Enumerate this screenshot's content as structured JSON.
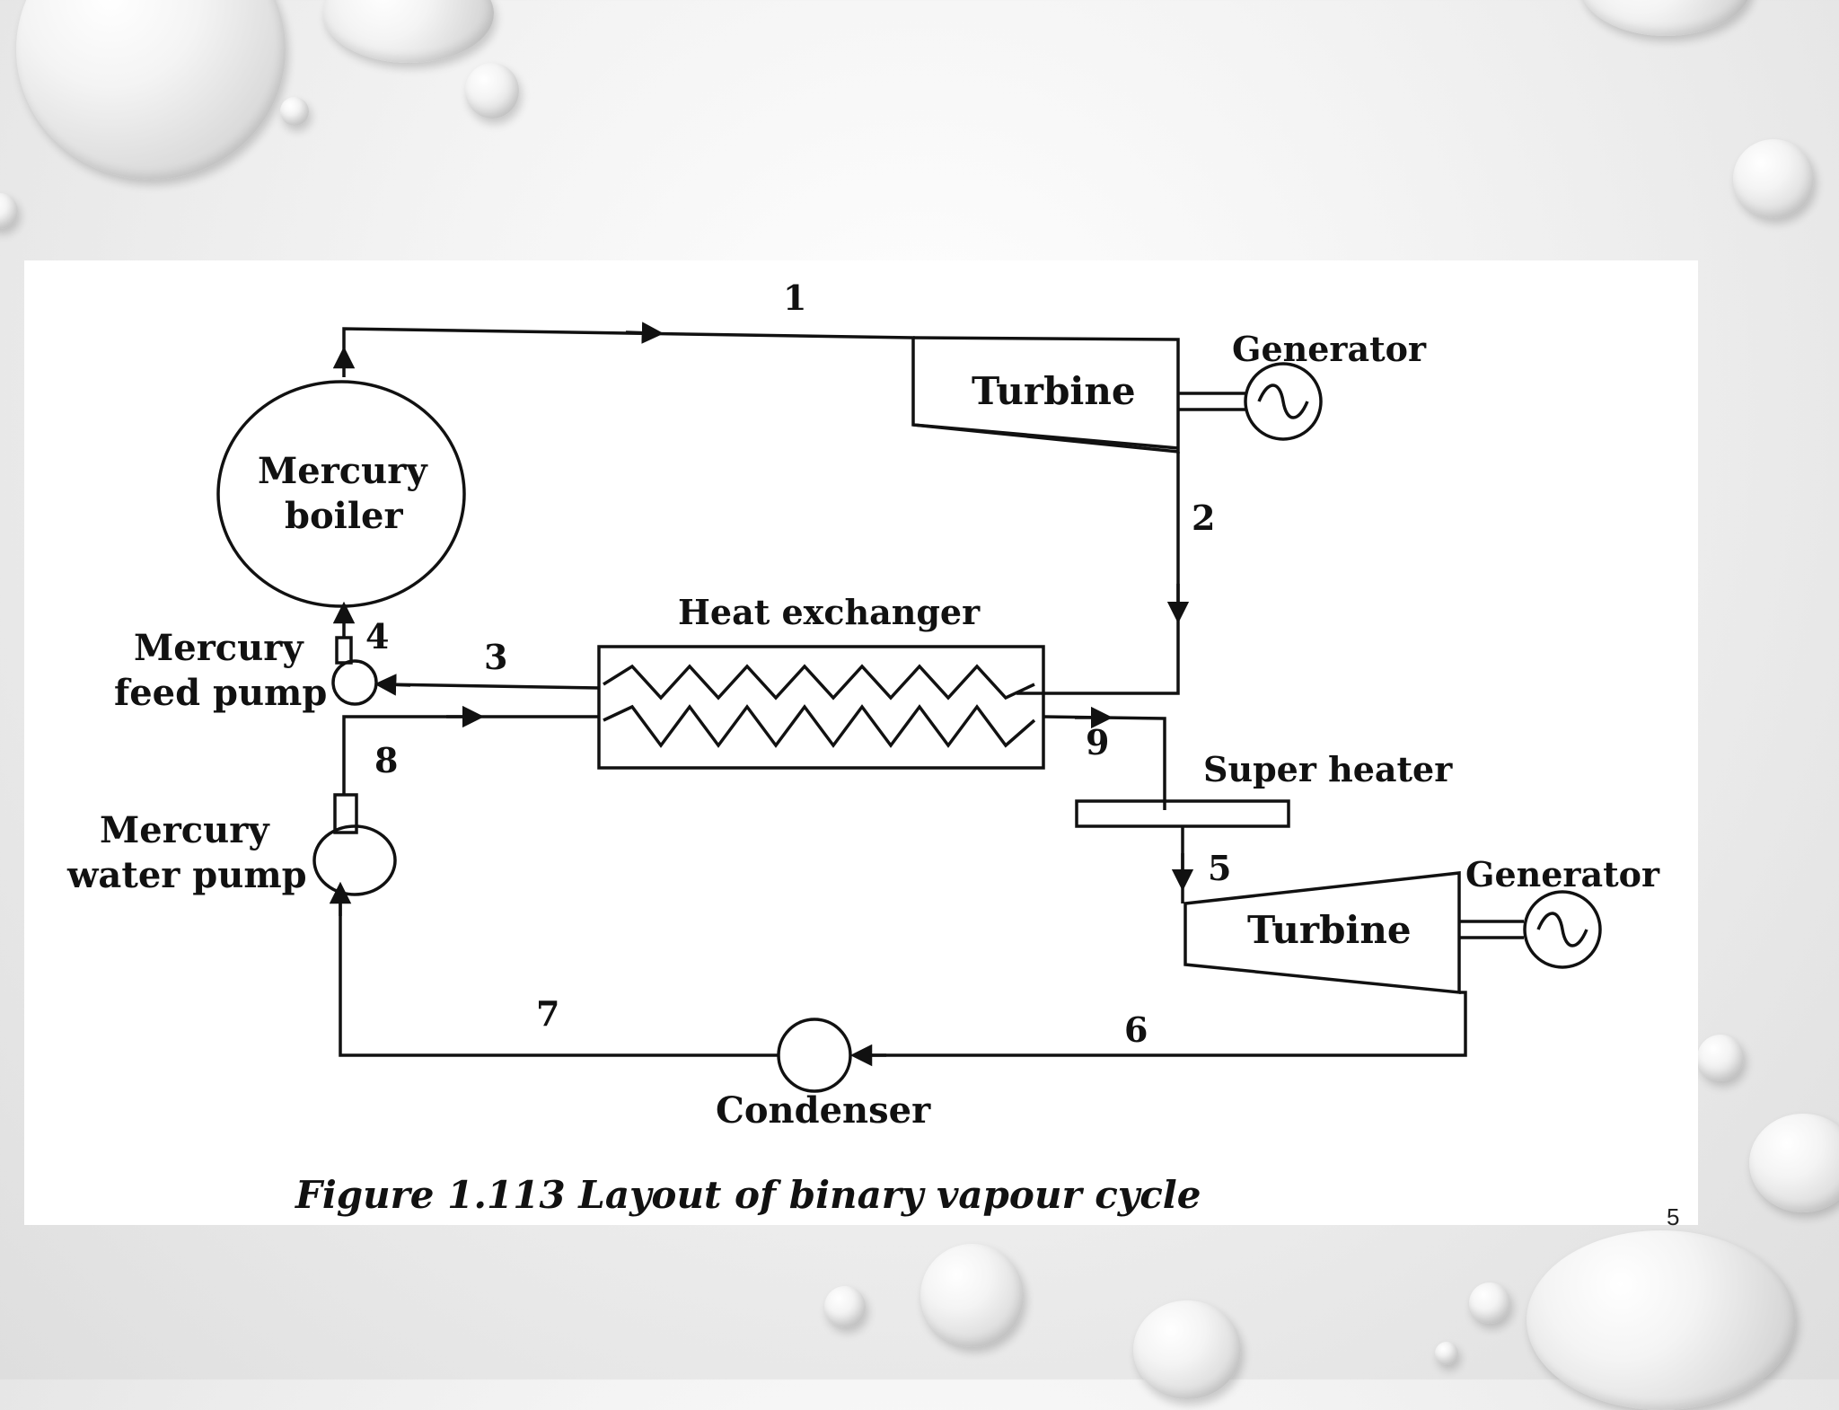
{
  "diagram": {
    "labels": {
      "turbine_top": "Turbine",
      "generator_top": "Generator",
      "mercury_boiler_line1": "Mercury",
      "mercury_boiler_line2": "boiler",
      "heat_exchanger": "Heat exchanger",
      "mercury_feed_pump_line1": "Mercury",
      "mercury_feed_pump_line2": "feed pump",
      "mercury_water_pump_line1": "Mercury",
      "mercury_water_pump_line2": "water pump",
      "super_heater": "Super heater",
      "turbine_bottom": "Turbine",
      "generator_bottom": "Generator",
      "condenser": "Condenser"
    },
    "state_points": {
      "p1": "1",
      "p2": "2",
      "p3": "3",
      "p4": "4",
      "p5": "5",
      "p6": "6",
      "p7": "7",
      "p8": "8",
      "p9": "9"
    },
    "caption": "Figure 1.113 Layout of binary vapour cycle"
  },
  "slide": {
    "number": "5"
  }
}
